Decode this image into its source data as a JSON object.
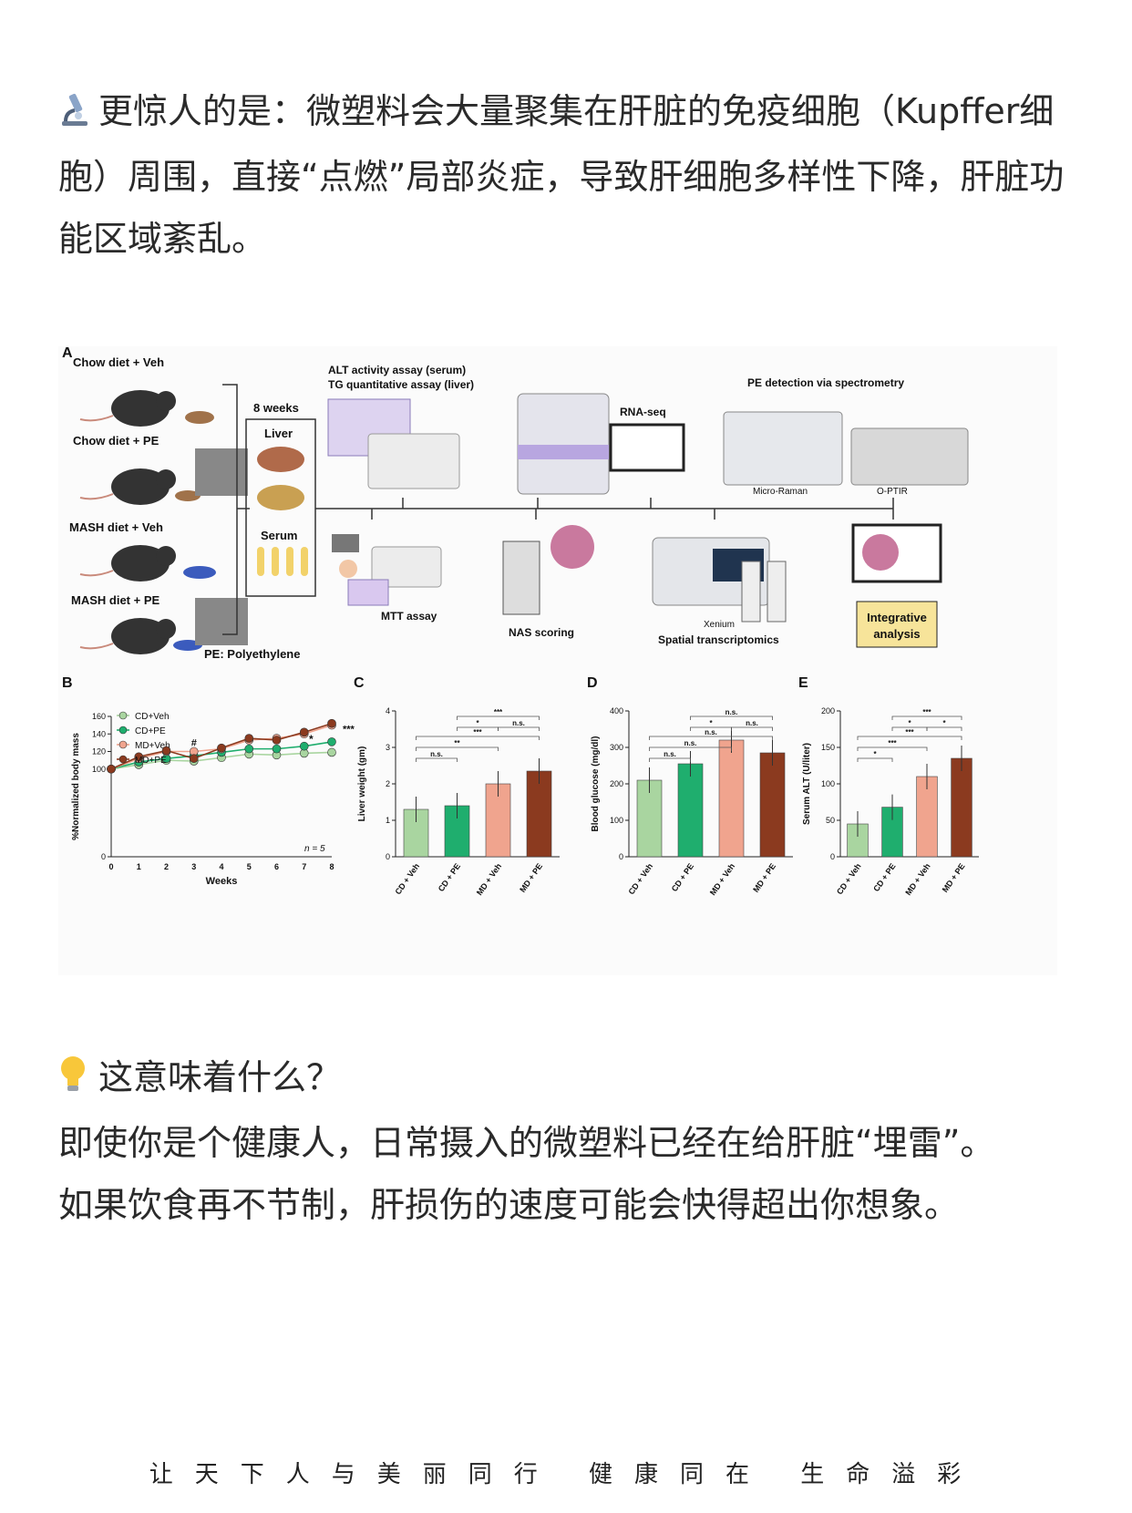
{
  "intro": {
    "icon": "microscope-icon",
    "text": "更惊人的是：微塑料会大量聚集在肝脏的免疫细胞（Kupffer细胞）周围，直接“点燃”局部炎症，导致肝细胞多样性下降，肝脏功能区域紊乱。"
  },
  "figure": {
    "panel_a": {
      "label": "A",
      "groups": [
        "Chow diet + Veh",
        "Chow diet + PE",
        "MASH diet + Veh",
        "MASH diet + PE"
      ],
      "duration": "8 weeks",
      "samples": [
        "Liver",
        "Serum"
      ],
      "abbrev_note": "PE: Polyethylene",
      "assays": {
        "alt_tg": [
          "ALT activity assay (serum)",
          "TG quantitative assay (liver)"
        ],
        "rnaseq": "RNA-seq",
        "pe_detection": "PE detection via spectrometry",
        "micro_raman": "Micro-Raman",
        "optir": "O-PTIR",
        "mtt": "MTT assay",
        "nas": "NAS scoring",
        "xenium": "Xenium",
        "spatial": "Spatial transcriptomics",
        "integrative": "Integrative analysis"
      }
    },
    "chart_data": [
      {
        "panel": "B",
        "type": "line",
        "xlabel": "Weeks",
        "ylabel": "%Normalized body mass",
        "x": [
          0,
          1,
          2,
          3,
          4,
          5,
          6,
          7,
          8
        ],
        "ylim": [
          0,
          160
        ],
        "yticks": [
          0,
          100,
          120,
          140,
          160
        ],
        "note": "n = 5",
        "annotations": [
          "#",
          "*",
          "***"
        ],
        "series": [
          {
            "name": "CD+Veh",
            "color": "#a9d5a0",
            "values": [
              100,
              105,
              110,
              109,
              113,
              117,
              116,
              118,
              119
            ]
          },
          {
            "name": "CD+PE",
            "color": "#1fae6e",
            "values": [
              100,
              108,
              112,
              115,
              119,
              123,
              123,
              126,
              131
            ]
          },
          {
            "name": "MD+Veh",
            "color": "#f0a48e",
            "values": [
              100,
              112,
              120,
              120,
              123,
              133,
              135,
              140,
              150
            ]
          },
          {
            "name": "MD+PE",
            "color": "#8b3a1f",
            "values": [
              100,
              114,
              121,
              112,
              124,
              135,
              133,
              142,
              152
            ]
          }
        ]
      },
      {
        "panel": "C",
        "type": "bar",
        "ylabel": "Liver weight (gm)",
        "categories": [
          "CD + Veh",
          "CD + PE",
          "MD + Veh",
          "MD + PE"
        ],
        "values": [
          1.3,
          1.4,
          2.0,
          2.35
        ],
        "ylim": [
          0,
          4
        ],
        "yticks": [
          0,
          1,
          2,
          3,
          4
        ],
        "significance": [
          "***",
          "**",
          "n.s.",
          "***",
          "*",
          "n.s."
        ]
      },
      {
        "panel": "D",
        "type": "bar",
        "ylabel": "Blood glucose (mg/dl)",
        "categories": [
          "CD + Veh",
          "CD + PE",
          "MD + Veh",
          "MD + PE"
        ],
        "values": [
          210,
          255,
          320,
          285
        ],
        "ylim": [
          0,
          400
        ],
        "yticks": [
          0,
          100,
          200,
          300,
          400
        ],
        "significance": [
          "n.s.",
          "n.s.",
          "n.s.",
          "n.s.",
          "*",
          "n.s."
        ]
      },
      {
        "panel": "E",
        "type": "bar",
        "ylabel": "Serum ALT (U/liter)",
        "categories": [
          "CD + Veh",
          "CD + PE",
          "MD + Veh",
          "MD + PE"
        ],
        "values": [
          45,
          68,
          110,
          135
        ],
        "ylim": [
          0,
          200
        ],
        "yticks": [
          0,
          50,
          100,
          150,
          200
        ],
        "significance": [
          "***",
          "***",
          "*",
          "***",
          "*",
          "*"
        ]
      }
    ],
    "colors": {
      "cd_veh": "#a9d5a0",
      "cd_pe": "#1fae6e",
      "md_veh": "#f0a48e",
      "md_pe": "#8b3a1f"
    }
  },
  "meaning": {
    "icon": "lightbulb-icon",
    "title": "这意味着什么？",
    "lines": [
      "即使你是个健康人，日常摄入的微塑料已经在给肝脏“埋雷”。",
      "如果饮食再不节制，肝损伤的速度可能会快得超出你想象。"
    ]
  },
  "footer": {
    "slogan": "让天下人与美丽同行 健康同在 生命溢彩"
  }
}
